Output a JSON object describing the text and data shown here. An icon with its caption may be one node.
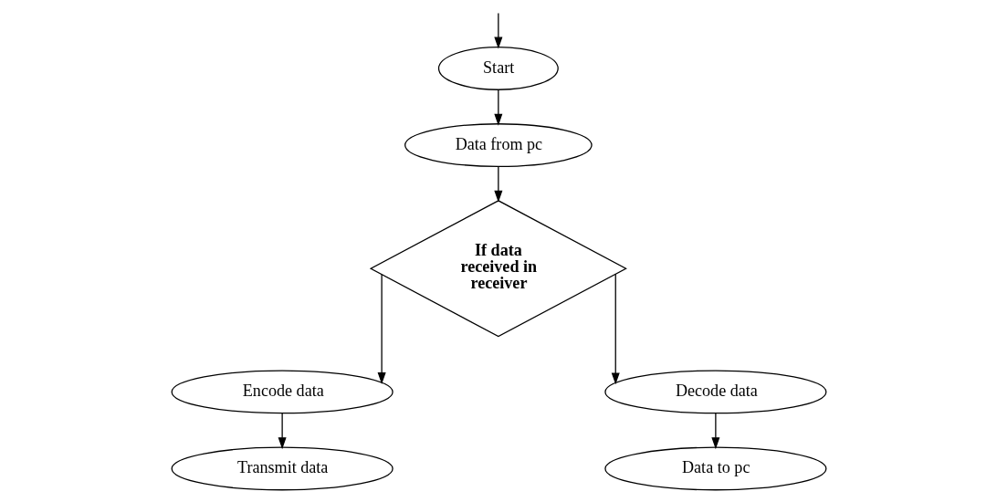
{
  "diagram": {
    "nodes": [
      {
        "text": [
          "Start"
        ]
      },
      {
        "text": [
          "Data from pc"
        ]
      },
      {
        "text": [
          "If data received in receiver"
        ]
      },
      {
        "text": [
          "Encode data"
        ]
      },
      {
        "text": [
          "Transmit data"
        ]
      },
      {
        "text": [
          "Decode data"
        ]
      },
      {
        "text": [
          "Data to pc"
        ]
      }
    ],
    "edges": [
      {
        "from": null,
        "to": 0,
        "arrow": "to"
      },
      {
        "from": 0,
        "to": 1,
        "arrow": "to"
      },
      {
        "from": 1,
        "to": 2,
        "arrow": "to"
      },
      {
        "from": 2,
        "to": 3,
        "arrow": "to"
      },
      {
        "from": 3,
        "to": 4,
        "arrow": "to"
      },
      {
        "from": 2,
        "to": 5,
        "arrow": "to"
      },
      {
        "from": 5,
        "to": 6,
        "arrow": "to"
      }
    ]
  }
}
